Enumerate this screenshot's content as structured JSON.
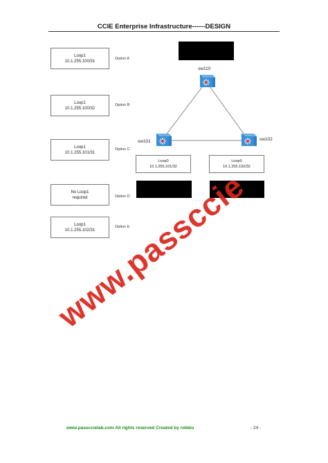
{
  "header": {
    "title": "CCIE Enterprise Infrastructure------DESIGN"
  },
  "options": [
    {
      "line1": "Loop1",
      "line2": "10.1.255.100/31",
      "label": "Option A"
    },
    {
      "line1": "Loop1",
      "line2": "10.1.255.100/32",
      "label": "Option B"
    },
    {
      "line1": "Loop1",
      "line2": "10.1.255.101/31",
      "label": "Option C"
    },
    {
      "line1": "No Loop1",
      "line2": "required",
      "label": "Option D"
    },
    {
      "line1": "Loop1",
      "line2": "10.1.255.102/31",
      "label": "Option E"
    }
  ],
  "diagram": {
    "switches": {
      "top": "sw110",
      "left": "sw101",
      "right": "sw102"
    },
    "loop_left": {
      "line1": "Loop0",
      "line2": "10.1.255.101/32"
    },
    "loop_right": {
      "line1": "Loop0",
      "line2": "10.1.255.102/32"
    },
    "switch_color": "#2e7fc2"
  },
  "watermark": {
    "text": "www.passccie",
    "color": "#d9261c"
  },
  "footer": {
    "text": "www.passccielab.com All rights reserved Created by robbis",
    "page": "- 24 -"
  }
}
